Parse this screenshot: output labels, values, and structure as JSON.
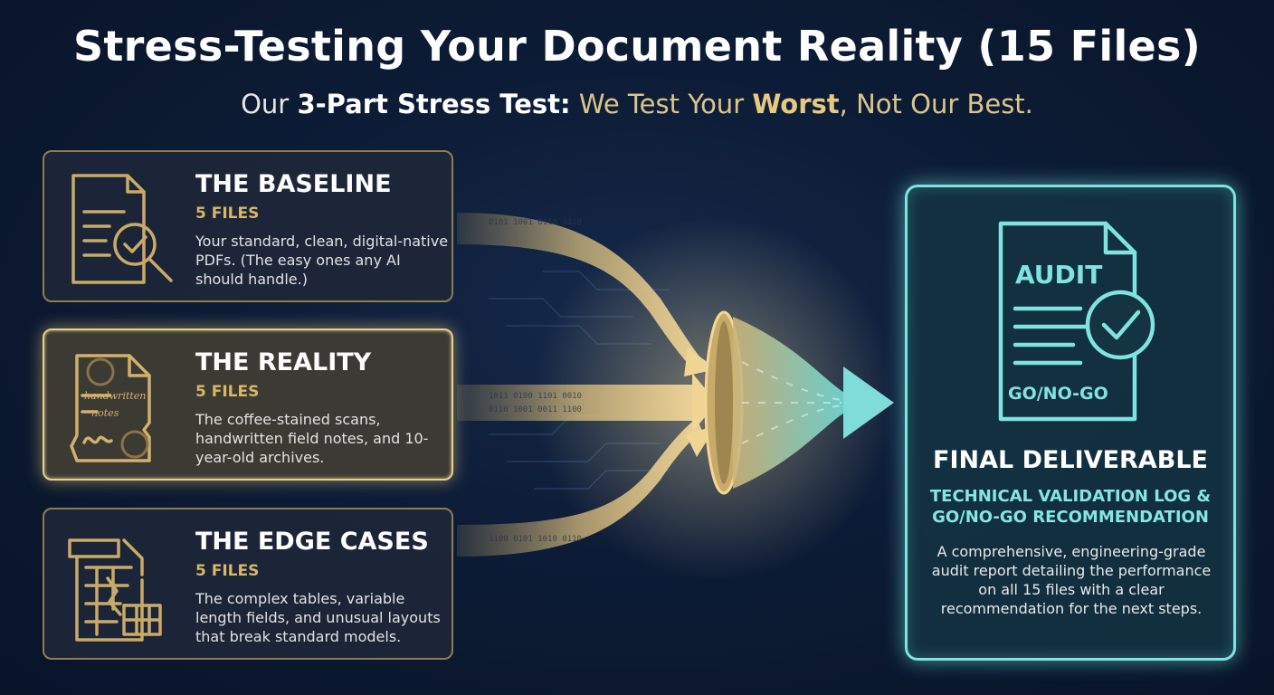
{
  "header": {
    "title": "Stress-Testing Your Document Reality (15 Files)",
    "subtitle_part1": "Our ",
    "subtitle_part2": "3-Part Stress Test:",
    "subtitle_part3": " We Test Your ",
    "subtitle_part4": "Worst",
    "subtitle_part5": ", Not Our Best."
  },
  "cards": [
    {
      "title": "THE BASELINE",
      "count": "5 FILES",
      "description": "Your standard, clean, digital-native PDFs. (The easy ones any AI should handle.)"
    },
    {
      "title": "THE REALITY",
      "count": "5 FILES",
      "description": "The coffee-stained scans, handwritten field notes, and 10-year-old archives."
    },
    {
      "title": "THE EDGE CASES",
      "count": "5 FILES",
      "description": "The complex tables, variable length fields, and unusual layouts that break standard models."
    }
  ],
  "reality_icon_text": {
    "line1": "handwritten",
    "line2": "notes"
  },
  "final": {
    "doc_label_top": "AUDIT",
    "doc_label_bottom": "GO/NO-GO",
    "title": "FINAL DELIVERABLE",
    "subtitle_line1": "TECHNICAL VALIDATION LOG &",
    "subtitle_line2": "GO/NO-GO RECOMMENDATION",
    "description": "A comprehensive, engineering-grade audit report detailing the performance on all 15 files with a clear recommendation for the next steps."
  },
  "colors": {
    "background": "#0d1c36",
    "gold": "#d8b66a",
    "gold_bright": "#e8cf8d",
    "teal": "#7fe3e0"
  },
  "icons": [
    "document-check-icon",
    "stained-notes-icon",
    "broken-table-icon",
    "funnel-icon",
    "audit-document-icon"
  ]
}
